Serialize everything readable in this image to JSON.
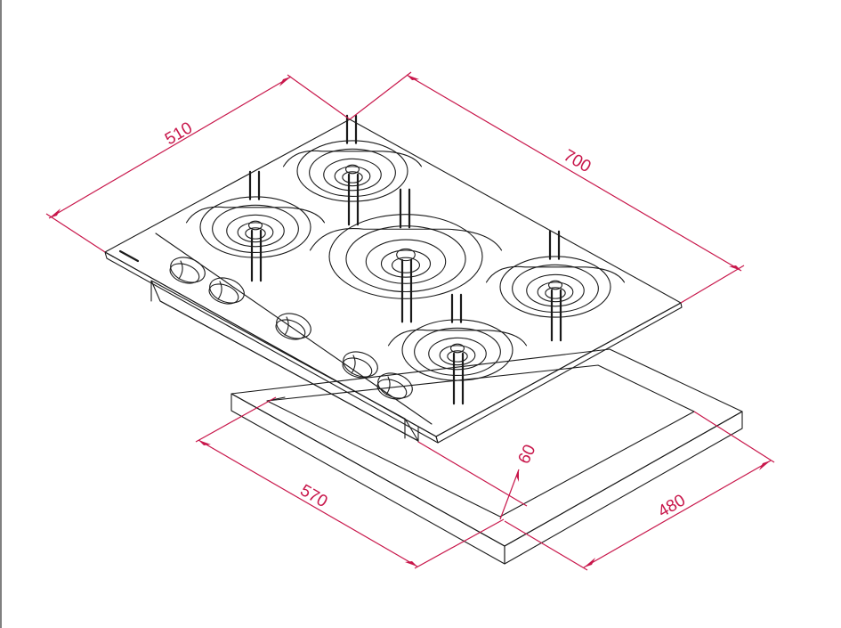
{
  "colors": {
    "line": "#1a1a1a",
    "dimension": "#c8174b",
    "background": "#ffffff"
  },
  "dimensions": {
    "depth": "510",
    "width": "700",
    "cutout_depth": "480",
    "cutout_width": "570",
    "thickness": "60"
  },
  "burners": [
    {
      "name": "rear-left"
    },
    {
      "name": "left"
    },
    {
      "name": "center"
    },
    {
      "name": "right"
    },
    {
      "name": "front"
    }
  ],
  "knobs": 5
}
